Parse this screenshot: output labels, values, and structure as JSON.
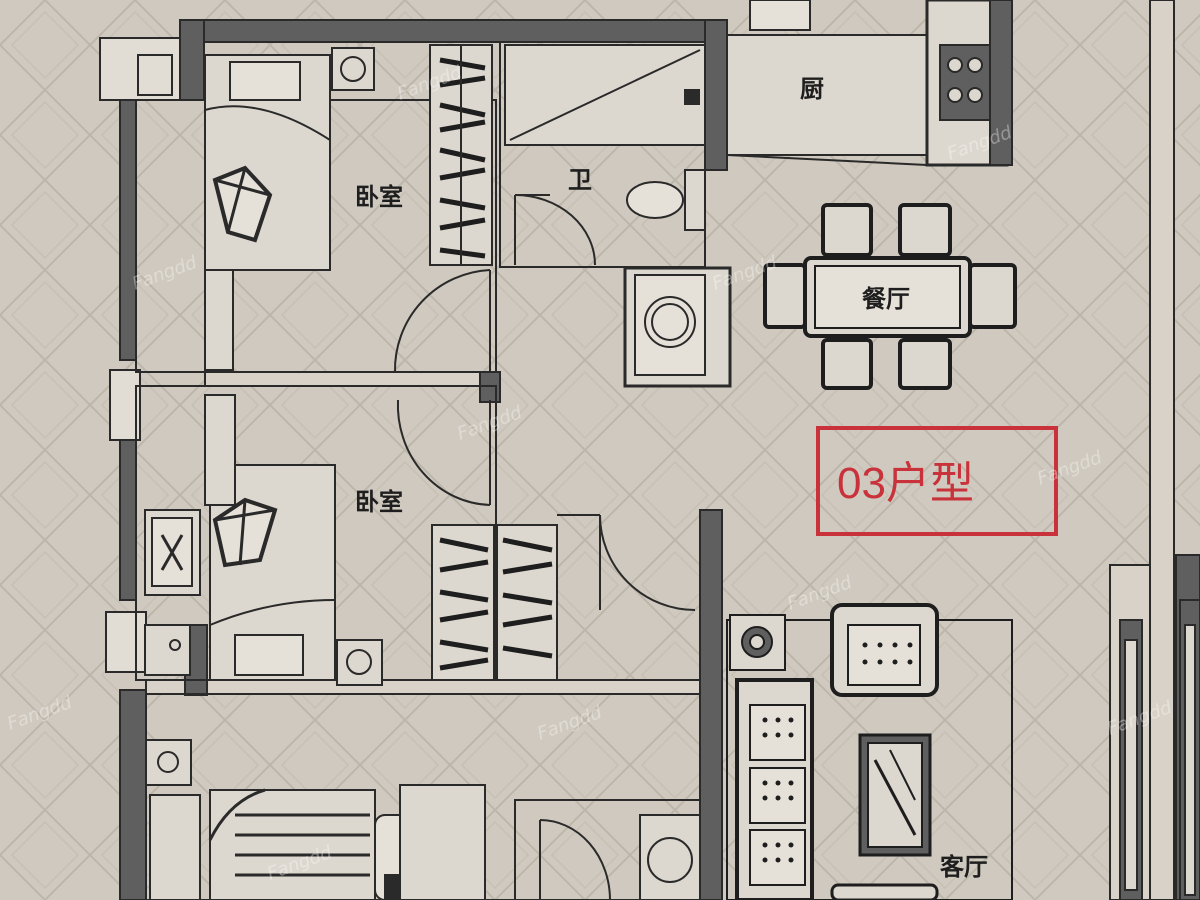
{
  "rooms": {
    "bedroom_top": "卧室",
    "bedroom_middle": "卧室",
    "bathroom": "卫",
    "kitchen": "厨",
    "dining": "餐厅",
    "living": "客厅"
  },
  "unit_type": "03户型",
  "watermark": "Fangdd",
  "colors": {
    "wall": "#5f5f5f",
    "line": "#2a2a2a",
    "accent": "#c9323a",
    "paper": "#cfc9bf"
  }
}
